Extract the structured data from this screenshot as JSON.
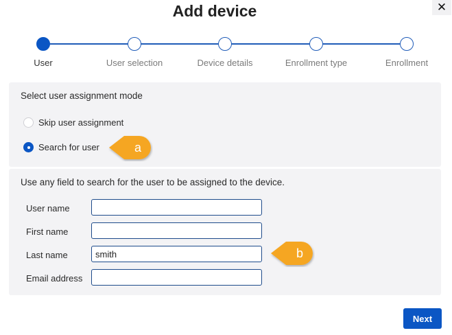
{
  "dialog": {
    "title": "Add device",
    "close_symbol": "✕"
  },
  "stepper": {
    "steps": [
      {
        "label": "User",
        "active": true
      },
      {
        "label": "User selection",
        "active": false
      },
      {
        "label": "Device details",
        "active": false
      },
      {
        "label": "Enrollment type",
        "active": false
      },
      {
        "label": "Enrollment",
        "active": false
      }
    ]
  },
  "assignment": {
    "heading": "Select user assignment mode",
    "options": [
      {
        "label": "Skip user assignment",
        "checked": false
      },
      {
        "label": "Search for user",
        "checked": true
      }
    ]
  },
  "search": {
    "heading": "Use any field to search for the user to be assigned to the device.",
    "fields": [
      {
        "label": "User name",
        "value": ""
      },
      {
        "label": "First name",
        "value": ""
      },
      {
        "label": "Last name",
        "value": "smith"
      },
      {
        "label": "Email address",
        "value": ""
      }
    ]
  },
  "callouts": {
    "a": "a",
    "b": "b",
    "color": "#f5a623"
  },
  "footer": {
    "next_label": "Next"
  },
  "colors": {
    "accent": "#0b56c4",
    "panel": "#f3f3f5"
  }
}
